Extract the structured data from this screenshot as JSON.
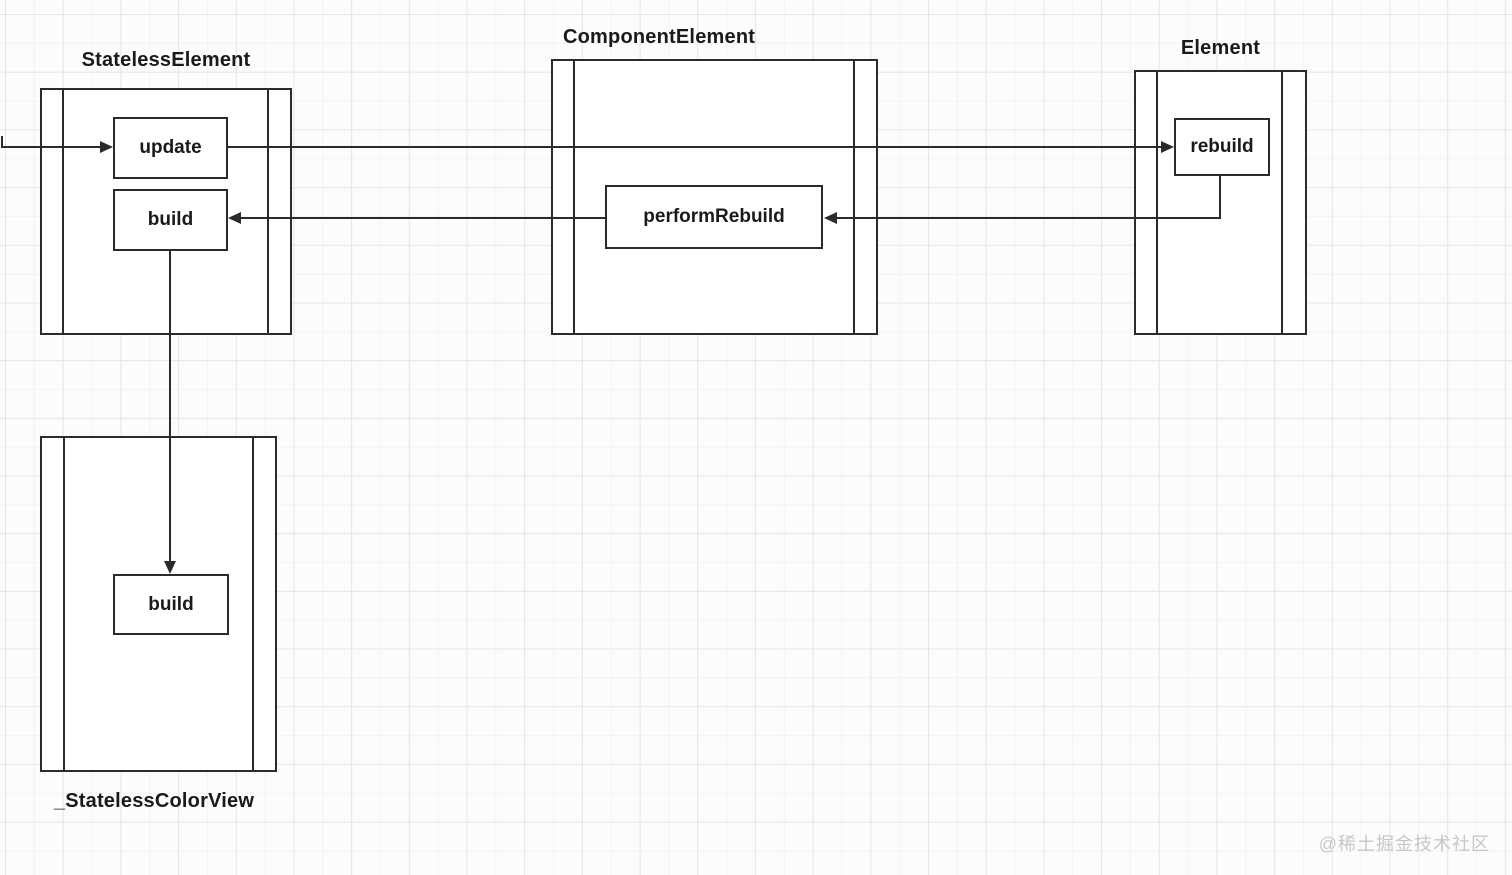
{
  "diagram": {
    "type": "sequence-diagram",
    "lifelines": [
      {
        "title": "StatelessElement",
        "label_position": "top"
      },
      {
        "title": "ComponentElement",
        "label_position": "top"
      },
      {
        "title": "Element",
        "label_position": "top"
      },
      {
        "title": "_StatelessColorView",
        "label_position": "bottom"
      }
    ],
    "methods": {
      "update": {
        "label": "update",
        "lifeline": "StatelessElement"
      },
      "build_top": {
        "label": "build",
        "lifeline": "StatelessElement"
      },
      "perform_rebuild": {
        "label": "performRebuild",
        "lifeline": "ComponentElement"
      },
      "rebuild": {
        "label": "rebuild",
        "lifeline": "Element"
      },
      "build_bottom": {
        "label": "build",
        "lifeline": "_StatelessColorView"
      }
    },
    "connectors": [
      {
        "from": "offscreen-left",
        "to": "update",
        "arrow": "right"
      },
      {
        "from": "update",
        "to": "rebuild",
        "arrow": "right"
      },
      {
        "from": "rebuild",
        "to": "performRebuild",
        "arrow": "left"
      },
      {
        "from": "performRebuild",
        "to": "build_top",
        "arrow": "left"
      },
      {
        "from": "build_top",
        "to": "build_bottom",
        "arrow": "down"
      }
    ],
    "colors": {
      "line": "#2b2b2b",
      "text": "#1a1a1a",
      "box_fill": "#ffffff",
      "background": "#fcfcfc",
      "grid_minor": "#f3f3f5",
      "grid_major": "#e6e6ea",
      "watermark": "#c7c7ca"
    }
  },
  "watermark": {
    "text": "@稀土掘金技术社区"
  }
}
